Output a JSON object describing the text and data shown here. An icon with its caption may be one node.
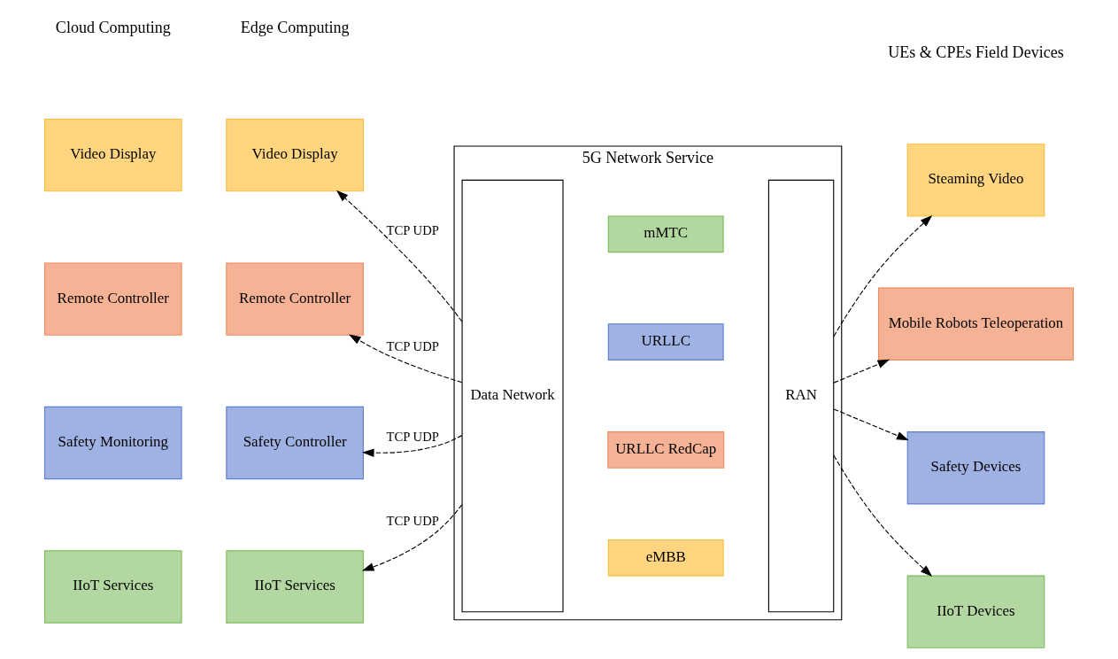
{
  "diagram": {
    "nodes": [
      {
        "text": [
          "Video Display"
        ]
      },
      {
        "text": [
          "Remote Controller"
        ]
      },
      {
        "text": [
          "Safety Monitoring"
        ]
      },
      {
        "text": [
          "IIoT Services"
        ]
      },
      {
        "text": [
          "Video Display"
        ]
      },
      {
        "text": [
          "Remote Controller"
        ]
      },
      {
        "text": [
          "Safety Controller"
        ]
      },
      {
        "text": [
          "IIoT Services"
        ]
      },
      {
        "text": [
          "5G Network Service"
        ]
      },
      {
        "text": [
          "Data Network"
        ],
        "in": 8
      },
      {
        "text": [
          "eMBB"
        ],
        "in": 8
      },
      {
        "text": [
          "URLLC RedCap"
        ],
        "in": 8
      },
      {
        "text": [
          "URLLC"
        ],
        "in": 8
      },
      {
        "text": [
          "mMTC"
        ],
        "in": 8
      },
      {
        "text": [
          "RAN"
        ],
        "in": 8
      },
      {
        "text": [
          "Steaming Video"
        ]
      },
      {
        "text": [
          "Mobile Robots Teleoperation"
        ]
      },
      {
        "text": [
          "Safety Devices"
        ]
      },
      {
        "text": [
          "IIoT Devices"
        ]
      }
    ],
    "edges": [
      {
        "from": 9,
        "to": 4,
        "arrow": "to",
        "label": "TCP UDP",
        "style": "dashed"
      },
      {
        "from": 9,
        "to": 5,
        "arrow": "to",
        "label": "TCP UDP",
        "style": "dashed"
      },
      {
        "from": 9,
        "to": 6,
        "arrow": "to",
        "label": "TCP UDP",
        "style": "dashed"
      },
      {
        "from": 9,
        "to": 7,
        "arrow": "to",
        "label": "TCP UDP",
        "style": "dashed"
      },
      {
        "from": 14,
        "to": 15,
        "arrow": "to",
        "style": "dashed"
      },
      {
        "from": 14,
        "to": 16,
        "arrow": "to",
        "style": "dashed"
      },
      {
        "from": 14,
        "to": 17,
        "arrow": "to",
        "style": "dashed"
      },
      {
        "from": 14,
        "to": 18,
        "arrow": "to",
        "style": "dashed"
      }
    ],
    "labels": [
      "Cloud Computing",
      "Edge Computing",
      "UEs & CPEs Field Devices"
    ]
  }
}
